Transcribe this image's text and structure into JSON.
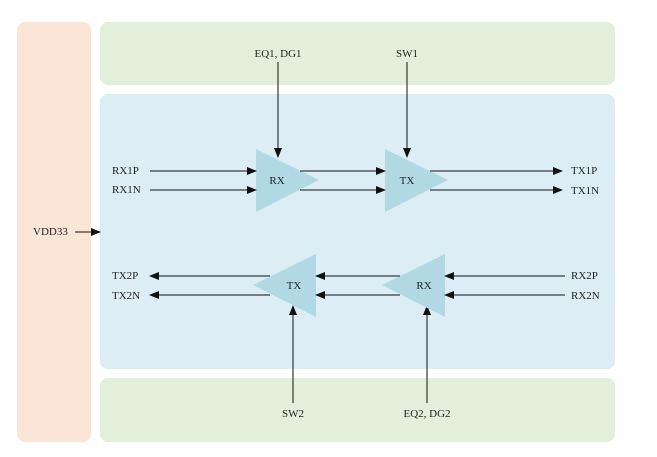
{
  "colors": {
    "left_panel": "#fbe5d6",
    "top_panel": "#e2efda",
    "main_panel": "#dcedf5",
    "bottom_panel": "#e2efda",
    "amplifier": "#b0d9e4",
    "line": "#111111"
  },
  "labels": {
    "vdd": "VDD33",
    "eq1": "EQ1, DG1",
    "sw1": "SW1",
    "sw2": "SW2",
    "eq2": "EQ2, DG2",
    "rx1p": "RX1P",
    "rx1n": "RX1N",
    "tx1p": "TX1P",
    "tx1n": "TX1N",
    "tx2p": "TX2P",
    "tx2n": "TX2N",
    "rx2p": "RX2P",
    "rx2n": "RX2N"
  },
  "amplifiers": {
    "rx_top": "RX",
    "tx_top": "TX",
    "tx_bottom": "TX",
    "rx_bottom": "RX"
  }
}
